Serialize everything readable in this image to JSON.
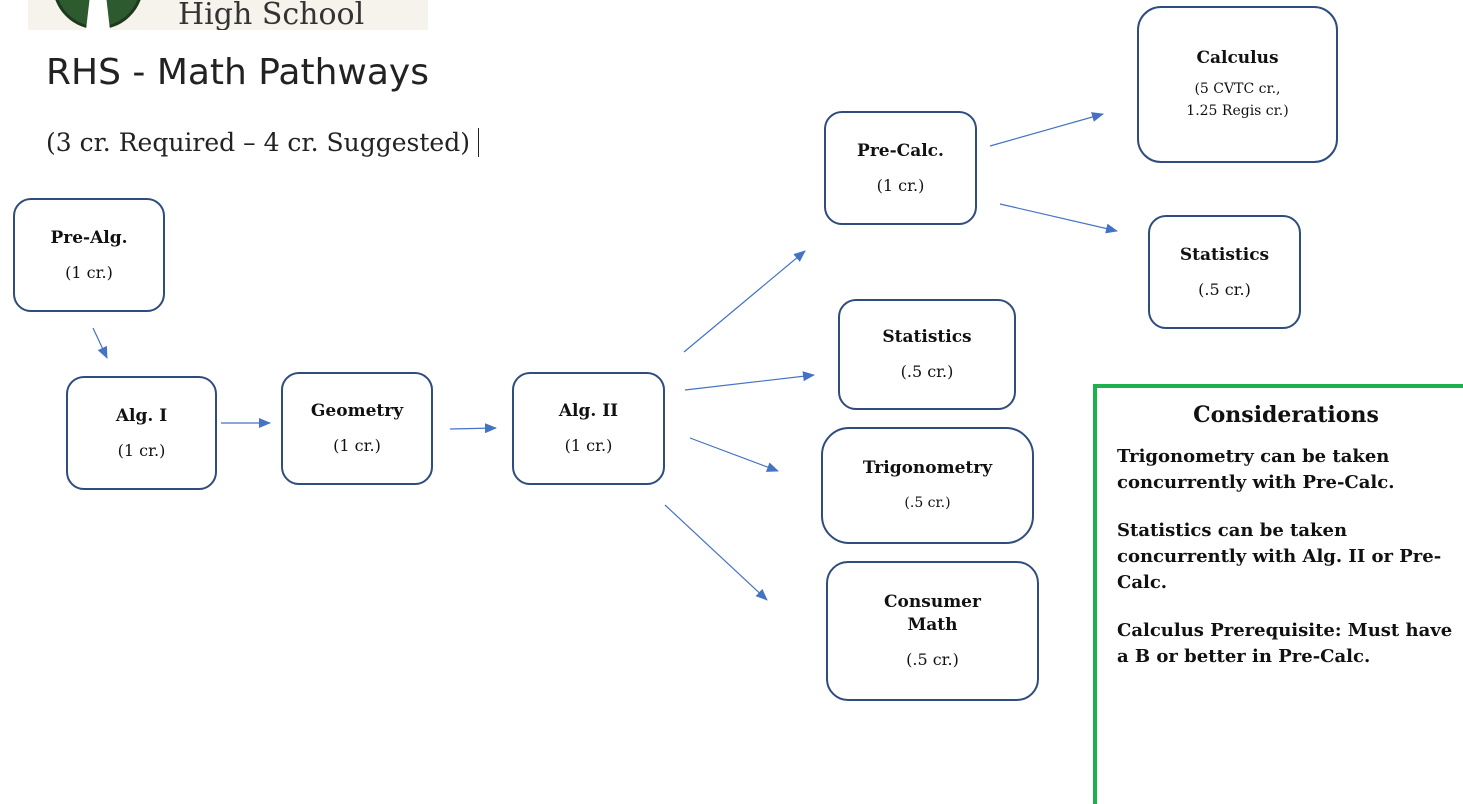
{
  "header": {
    "logo_text": "High School",
    "title": "RHS - Math Pathways",
    "subtitle": "(3 cr. Required – 4 cr. Suggested)"
  },
  "courses": {
    "pre_alg": {
      "name": "Pre-Alg.",
      "credit": "(1 cr.)"
    },
    "alg1": {
      "name": "Alg. I",
      "credit": "(1 cr.)"
    },
    "geometry": {
      "name": "Geometry",
      "credit": "(1 cr.)"
    },
    "alg2": {
      "name": "Alg. II",
      "credit": "(1 cr.)"
    },
    "precalc": {
      "name": "Pre-Calc.",
      "credit": "(1 cr.)"
    },
    "calculus": {
      "name": "Calculus",
      "credit_line1": "(5 CVTC cr.,",
      "credit_line2": "1.25 Regis cr.)"
    },
    "statistics_upper": {
      "name": "Statistics",
      "credit": "(.5 cr.)"
    },
    "statistics_mid": {
      "name": "Statistics",
      "credit": "(.5 cr.)"
    },
    "trigonometry": {
      "name": "Trigonometry",
      "credit": "(.5 cr.)"
    },
    "consumer_math": {
      "name_line1": "Consumer",
      "name_line2": "Math",
      "credit": "(.5 cr.)"
    }
  },
  "considerations": {
    "heading": "Considerations",
    "items": [
      "Trigonometry can be taken concurrently with Pre-Calc.",
      "Statistics can be taken concurrently with Alg. II or Pre-Calc.",
      "Calculus Prerequisite: Must have a B or better in Pre-Calc."
    ]
  },
  "edges": [
    {
      "from": "Pre-Alg.",
      "to": "Alg. I"
    },
    {
      "from": "Alg. I",
      "to": "Geometry"
    },
    {
      "from": "Geometry",
      "to": "Alg. II"
    },
    {
      "from": "Alg. II",
      "to": "Pre-Calc."
    },
    {
      "from": "Alg. II",
      "to": "Statistics"
    },
    {
      "from": "Alg. II",
      "to": "Trigonometry"
    },
    {
      "from": "Alg. II",
      "to": "Consumer Math"
    },
    {
      "from": "Pre-Calc.",
      "to": "Calculus"
    },
    {
      "from": "Pre-Calc.",
      "to": "Statistics"
    }
  ],
  "colors": {
    "node_border": "#2F4C7E",
    "arrow": "#4472C4",
    "considerations_border": "#1DB04B"
  }
}
